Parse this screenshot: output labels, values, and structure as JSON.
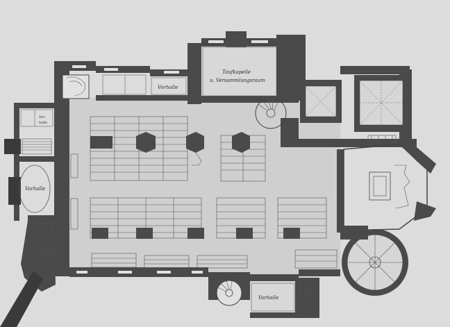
{
  "plan": {
    "labels": {
      "taufkapelle": "Taufkapelle",
      "versammlungsraum": "u. Versammlungsraum",
      "vorhalle_top": "Vorhalle",
      "vorhalle_left": "Vorhalle",
      "vorhalle_bottom": "Vorhalle",
      "vor_small_1": "Vor-",
      "vor_small_2": "halle"
    },
    "colors": {
      "paper": "#dcdcdc",
      "wall": "#4a4a4a",
      "ink": "#2a2a2a"
    }
  }
}
